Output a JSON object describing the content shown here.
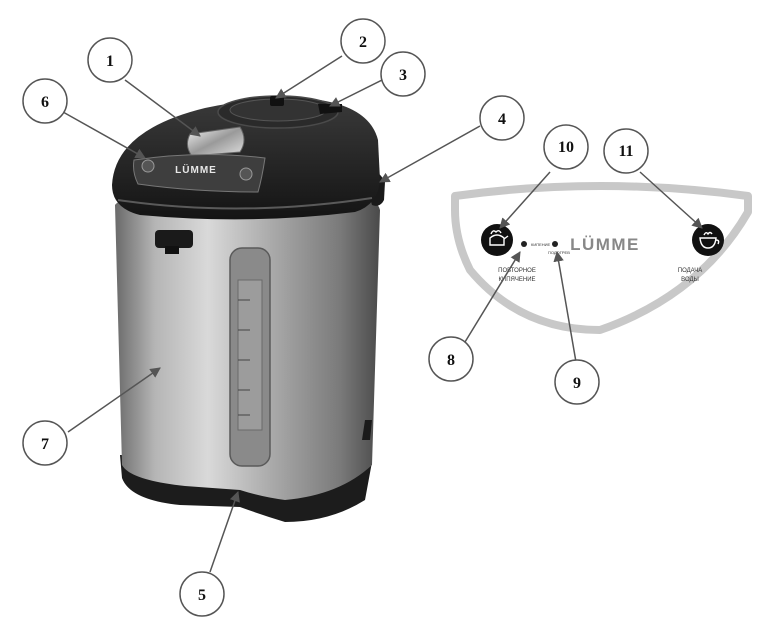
{
  "callouts": [
    {
      "id": "1",
      "label": "1"
    },
    {
      "id": "2",
      "label": "2"
    },
    {
      "id": "3",
      "label": "3"
    },
    {
      "id": "4",
      "label": "4"
    },
    {
      "id": "5",
      "label": "5"
    },
    {
      "id": "6",
      "label": "6"
    },
    {
      "id": "7",
      "label": "7"
    },
    {
      "id": "8",
      "label": "8"
    },
    {
      "id": "9",
      "label": "9"
    },
    {
      "id": "10",
      "label": "10"
    },
    {
      "id": "11",
      "label": "11"
    }
  ],
  "panel": {
    "brand": "LÜMME",
    "reboil_label_line1": "ПОВТОРНОЕ",
    "reboil_label_line2": "КИПЯЧЕНИЕ",
    "water_label_line1": "ПОДАЧА",
    "water_label_line2": "ВОДЫ",
    "indicator_left": "КИПЕНИЕ",
    "indicator_right": "ПОДОГРЕВ"
  },
  "device": {
    "lid_brand": "LÜMME"
  },
  "colors": {
    "body_steel": "#9a9a9a",
    "body_dark": "#1e1e1e",
    "panel_outline": "#c8c8c8",
    "callout_stroke": "#555555"
  }
}
